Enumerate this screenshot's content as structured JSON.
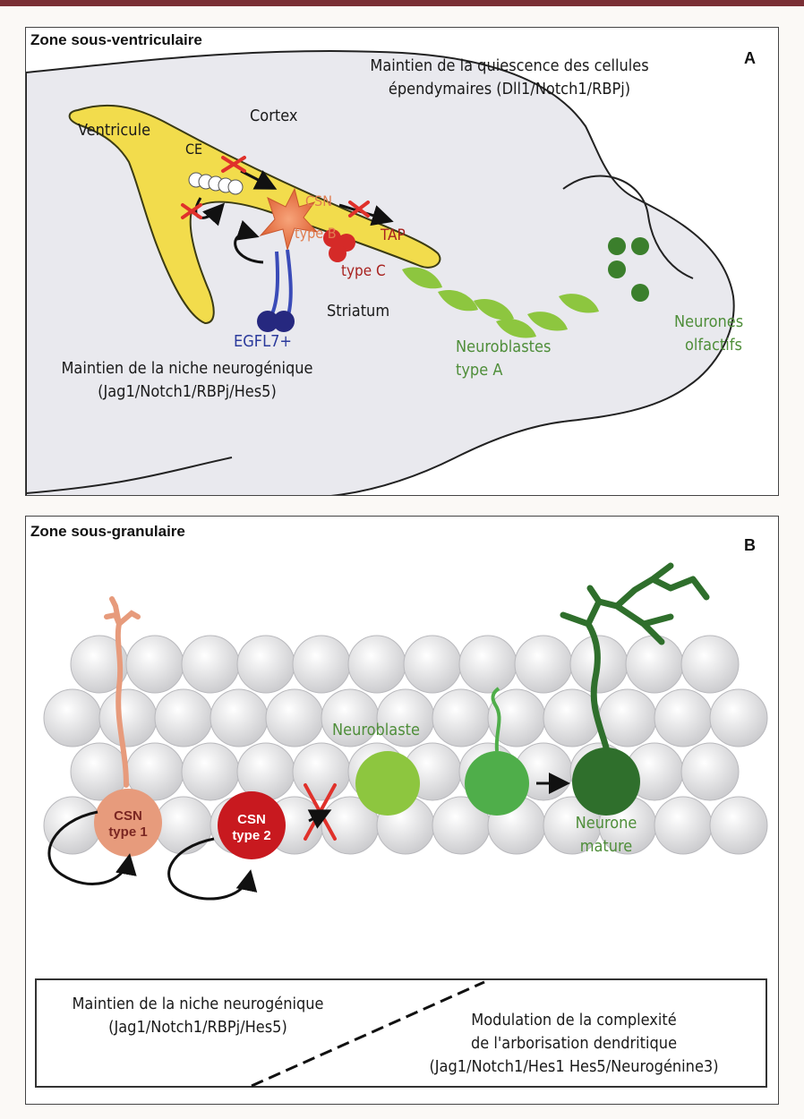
{
  "panel_a": {
    "header": "Zone sous-ventriculaire",
    "letter": "A",
    "quiescence_line1": "Maintien de la quiescence des cellules",
    "quiescence_line2": "épendymaires (Dll1/Notch1/RBPj)",
    "cortex": "Cortex",
    "ventricule": "Ventricule",
    "ce": "CE",
    "csn": "CSN",
    "type_b": "type B",
    "tap": "TAP",
    "type_c": "type C",
    "striatum": "Striatum",
    "egfl7": "EGFL7+",
    "neuroblastes_line1": "Neuroblastes",
    "neuroblastes_line2": "type A",
    "neurones_line1": "Neurones",
    "neurones_line2": "olfactifs",
    "niche_line1": "Maintien de la niche neurogénique",
    "niche_line2": "(Jag1/Notch1/RBPj/Hes5)"
  },
  "panel_b": {
    "header": "Zone sous-granulaire",
    "letter": "B",
    "neuroblaste": "Neuroblaste",
    "csn1_line1": "CSN",
    "csn1_line2": "type 1",
    "csn2_line1": "CSN",
    "csn2_line2": "type 2",
    "neurone_line1": "Neurone",
    "neurone_line2": "mature",
    "legend_left_line1": "Maintien de la niche neurogénique",
    "legend_left_line2": "(Jag1/Notch1/RBPj/Hes5)",
    "legend_right_line1": "Modulation de la complexité",
    "legend_right_line2": "de l'arborisation dendritique",
    "legend_right_line3": "(Jag1/Notch1/Hes1 Hes5/Neurogénine3)"
  },
  "colors": {
    "ventricle": "#f2dc4c",
    "brain_fill": "#e9e9ee",
    "csn_type1": "#e79b7c",
    "csn_type2": "#c8191f",
    "type_c": "#d52a28",
    "egfl7": "#26287f",
    "neuroblast_light": "#8dc63f",
    "neuroblast_mid": "#4fae4a",
    "neuron_mature": "#2f6f2c",
    "olfactory": "#3b7f2c",
    "inhibition": "#e0312b"
  }
}
